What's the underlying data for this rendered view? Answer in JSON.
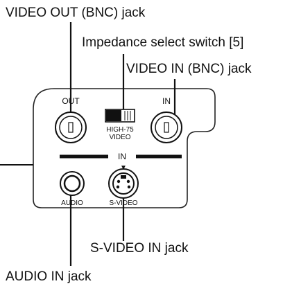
{
  "callouts": {
    "video_out": "VIDEO OUT (BNC) jack",
    "impedance_switch": "Impedance select switch [5]",
    "video_in": "VIDEO IN (BNC) jack",
    "svideo_in": "S-VIDEO IN jack",
    "audio_in": "AUDIO IN jack"
  },
  "panel": {
    "out_label": "OUT",
    "in_label": "IN",
    "switch_label_line1": "HIGH-75",
    "switch_label_line2": "VIDEO",
    "in_group_label": "IN",
    "audio_label": "AUDIO",
    "svideo_label": "S-VIDEO",
    "svideo_marker": "▼"
  }
}
